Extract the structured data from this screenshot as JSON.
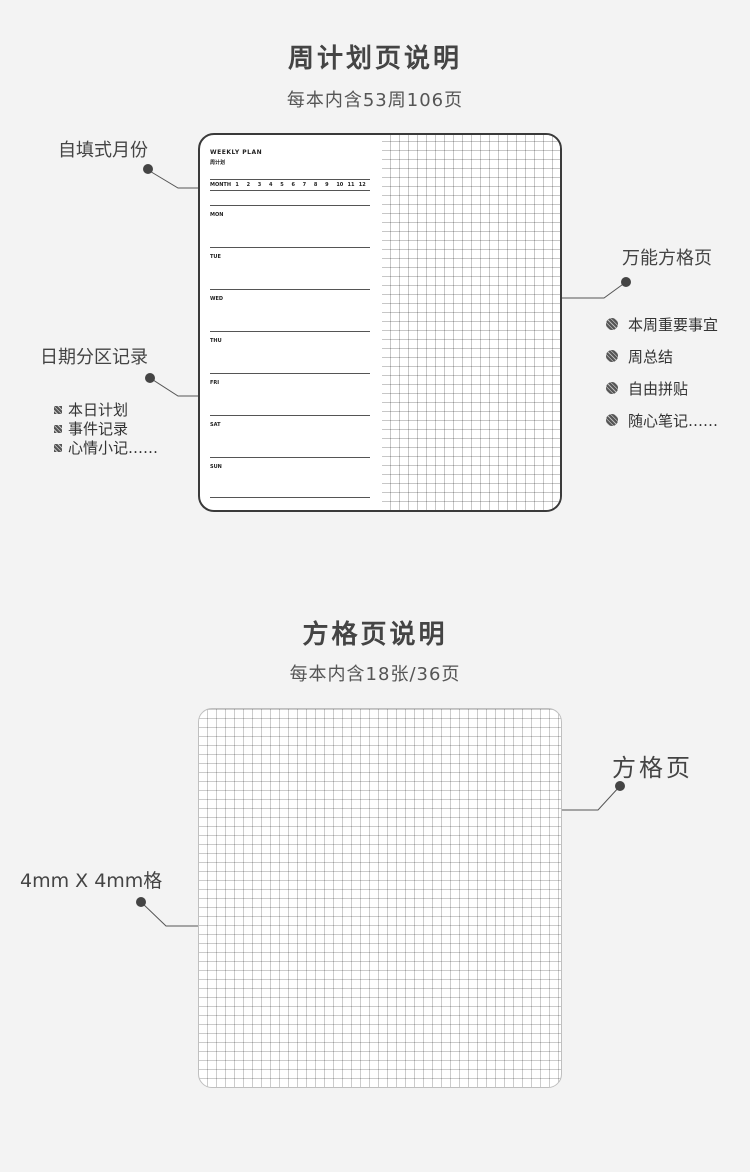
{
  "section1": {
    "title": "周计划页说明",
    "subtitle": "每本内含53周106页",
    "callouts": {
      "month": "自填式月份",
      "date_zone": "日期分区记录",
      "grid": "万能方格页"
    },
    "left_list": [
      "本日计划",
      "事件记录",
      "心情小记……"
    ],
    "right_list": [
      "本周重要事宜",
      "周总结",
      "自由拼贴",
      "随心笔记……"
    ]
  },
  "planner": {
    "title": "WEEKLY PLAN",
    "subtitle": "周计划",
    "month_label": "MONTH",
    "months": [
      "1",
      "2",
      "3",
      "4",
      "5",
      "6",
      "7",
      "8",
      "9",
      "10",
      "11",
      "12"
    ],
    "days": [
      "MON",
      "TUE",
      "WED",
      "THU",
      "FRI",
      "SAT",
      "SUN"
    ]
  },
  "section2": {
    "title": "方格页说明",
    "subtitle": "每本内含18张/36页",
    "callouts": {
      "grid_page": "方格页",
      "grid_size": "4mm X 4mm格"
    }
  }
}
